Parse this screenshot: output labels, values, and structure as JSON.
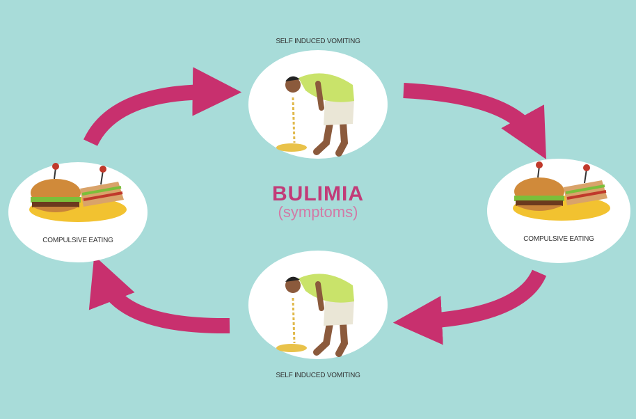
{
  "title": {
    "main": "BULIMIA",
    "sub": "(symptoms)"
  },
  "nodes": {
    "top": {
      "label": "SELF INDUCED VOMITING",
      "icon": "vomiting-person-icon"
    },
    "bottom": {
      "label": "SELF INDUCED VOMITING",
      "icon": "vomiting-person-icon"
    },
    "left": {
      "label": "COMPULSIVE EATING",
      "icon": "junk-food-icon"
    },
    "right": {
      "label": "COMPULSIVE EATING",
      "icon": "junk-food-icon"
    }
  },
  "colors": {
    "background": "#a8dcd9",
    "arrow": "#c8306e",
    "title": "#c23b78",
    "node_fill": "#ffffff"
  }
}
